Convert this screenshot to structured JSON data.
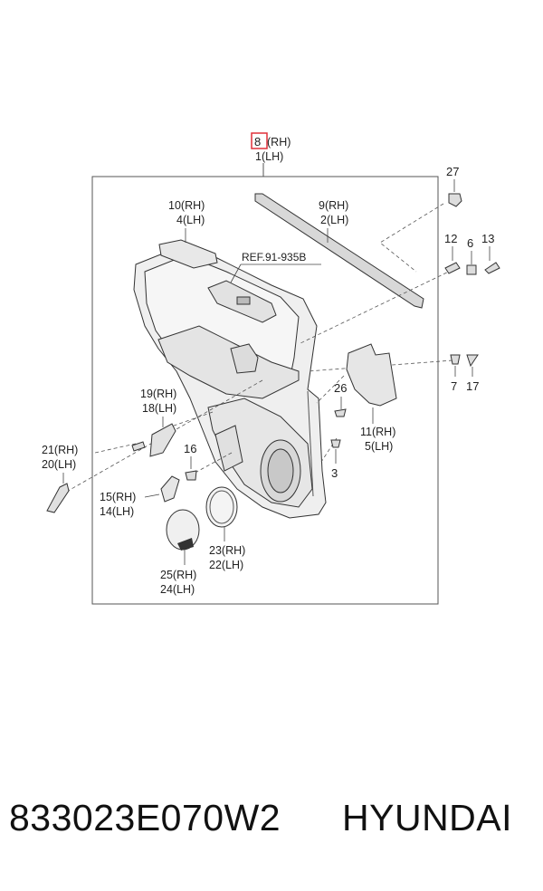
{
  "callouts": {
    "c8": "8",
    "c8_rh": "(RH)",
    "c1": "1(LH)",
    "c27": "27",
    "c10": "10(RH)",
    "c4": "4(LH)",
    "c9": "9(RH)",
    "c2": "2(LH)",
    "c12": "12",
    "c6": "6",
    "c13": "13",
    "ref": "REF.91-935B",
    "c7": "7",
    "c17": "17",
    "c19": "19(RH)",
    "c18": "18(LH)",
    "c26": "26",
    "c11": "11(RH)",
    "c5": "5(LH)",
    "c21": "21(RH)",
    "c20": "20(LH)",
    "c16": "16",
    "c3": "3",
    "c15": "15(RH)",
    "c14": "14(LH)",
    "c23": "23(RH)",
    "c22": "22(LH)",
    "c25": "25(RH)",
    "c24": "24(LH)"
  },
  "footer": {
    "part_number": "833023E070W2",
    "brand": "HYUNDAI"
  },
  "colors": {
    "highlight": "#e0303a",
    "line": "#444444",
    "panel_fill": "#eeeeee"
  }
}
